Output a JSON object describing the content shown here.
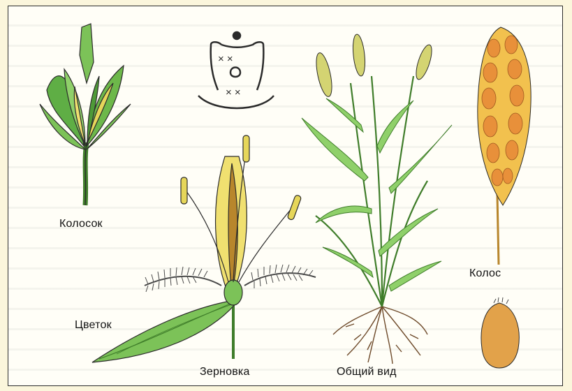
{
  "labels": {
    "spikelet": "Колосок",
    "flower": "Цветок",
    "grain": "Зерновка",
    "general_view": "Общий вид",
    "spike": "Колос"
  },
  "colors": {
    "leaf_green": "#6db84a",
    "leaf_dark": "#3f7d2a",
    "spike_yellow": "#f2c14e",
    "spike_orange": "#e8903a",
    "anther_yellow": "#e6d65a",
    "grain_tan": "#e2a24a",
    "outline": "#2b2b2b",
    "root_brown": "#6e4a2a"
  },
  "emblem": "wheat-flower-formula-emblem"
}
